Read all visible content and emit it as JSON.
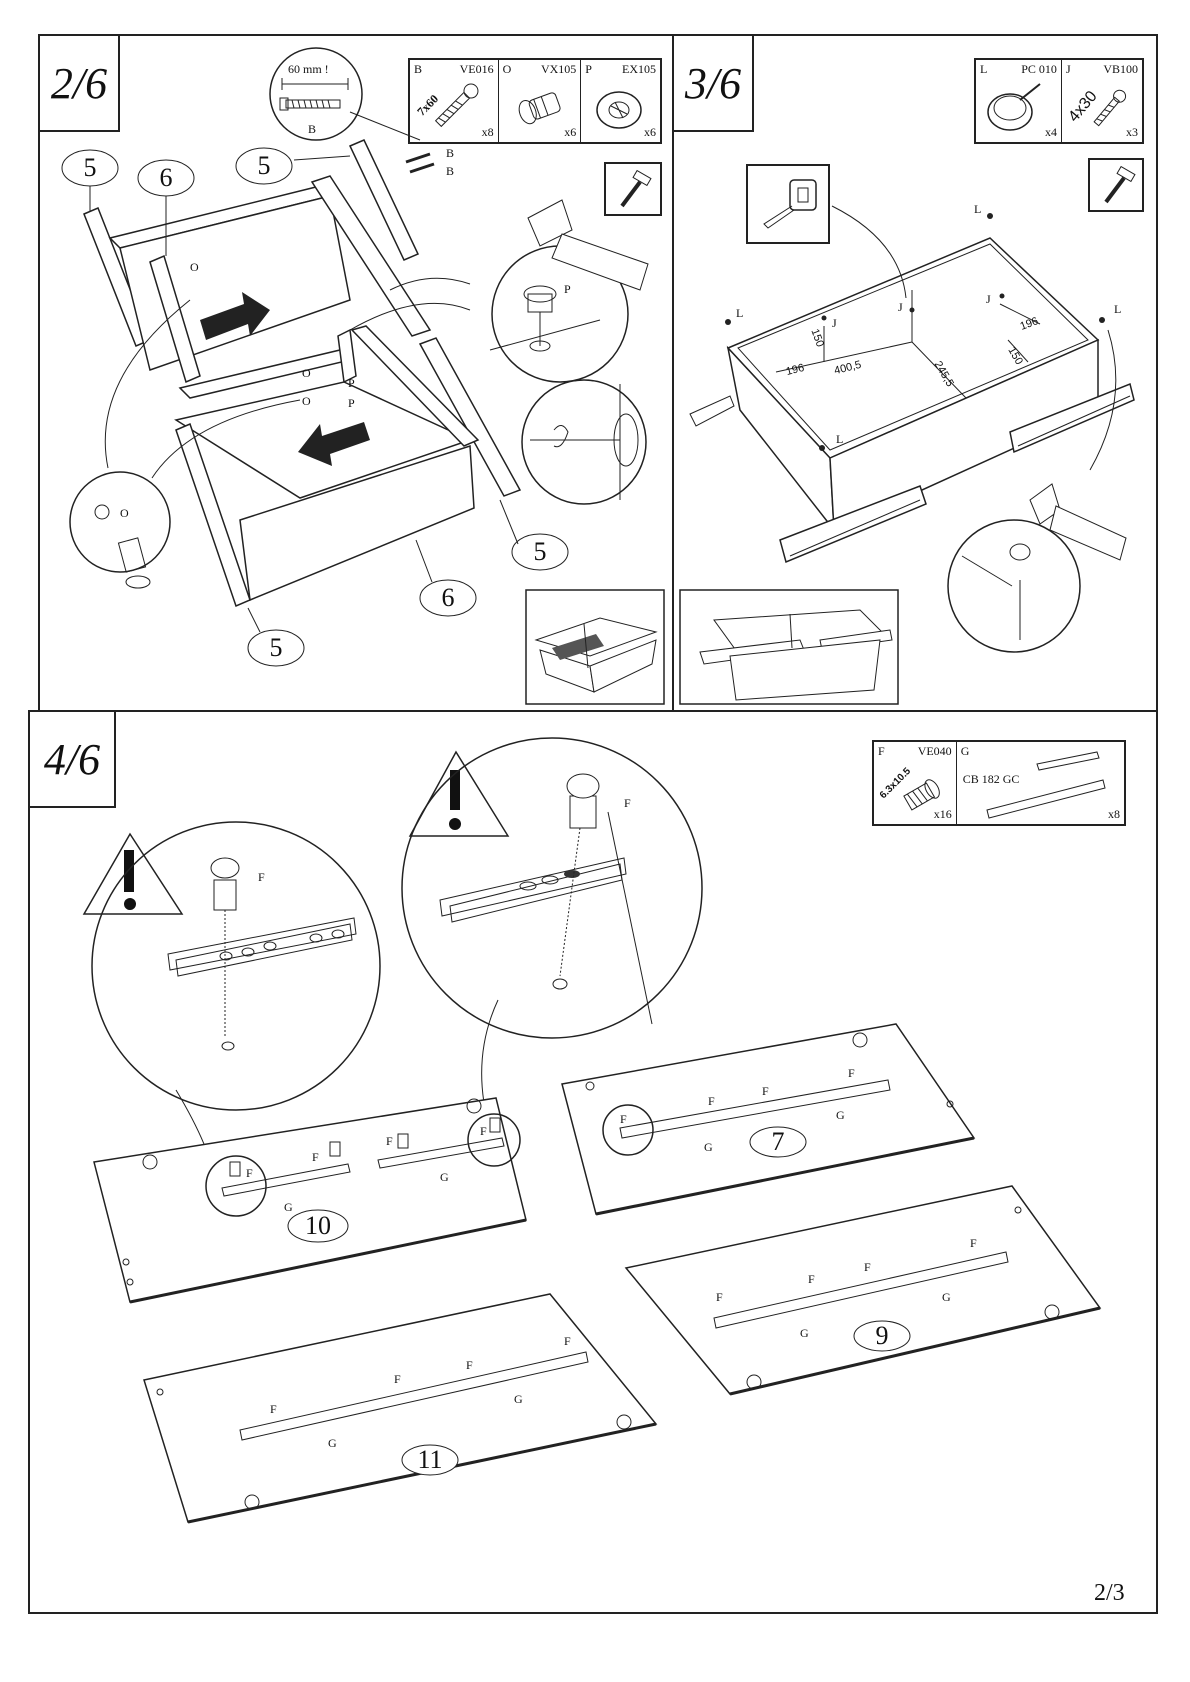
{
  "steps": [
    {
      "label": "2/6"
    },
    {
      "label": "3/6"
    },
    {
      "label": "4/6"
    }
  ],
  "step2_parts": [
    {
      "letter": "B",
      "code": "VE016",
      "qty": "x8",
      "text": "7x60"
    },
    {
      "letter": "O",
      "code": "VX105",
      "qty": "x6"
    },
    {
      "letter": "P",
      "code": "EX105",
      "qty": "x6"
    }
  ],
  "step2_screw_callout": {
    "dimension": "60 mm !",
    "letter": "B"
  },
  "step3_parts": [
    {
      "letter": "L",
      "code": "PC 010",
      "qty": "x4"
    },
    {
      "letter": "J",
      "code": "VB100",
      "qty": "x3",
      "text": "4x30"
    }
  ],
  "step4_parts": [
    {
      "letter": "F",
      "code": "VE040",
      "qty": "x16",
      "text": "6.3x10.5"
    },
    {
      "letter": "G",
      "code": "CB 182 GC",
      "qty": "x8"
    }
  ],
  "step2_labels": {
    "panel_5": "5",
    "panel_6": "6",
    "screw_b": "B",
    "dowel_o": "O",
    "cam_p": "P"
  },
  "step3_labels": {
    "foot_l": "L",
    "screw_j": "J",
    "dim_196": "196",
    "dim_400": "400,5",
    "dim_150": "150",
    "dim_245": "245,5"
  },
  "step4_labels": {
    "screw_f": "F",
    "rail_g": "G",
    "panel_7": "7",
    "panel_9": "9",
    "panel_10": "10",
    "panel_11": "11"
  },
  "page_number": "2/3"
}
